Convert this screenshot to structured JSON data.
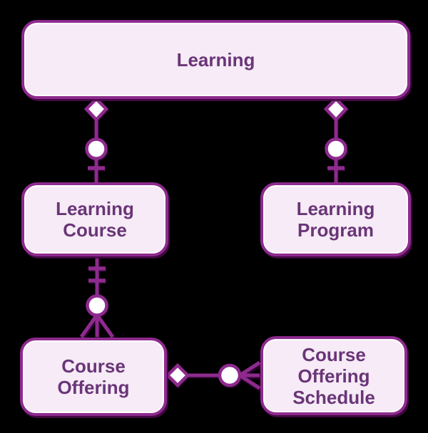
{
  "diagram": {
    "type": "entity-relationship",
    "background": "#000000",
    "colors": {
      "node_fill": "#f6ebf6",
      "node_border": "#8e2a8e",
      "node_inner_highlight": "#ffffff",
      "node_shadow": "#4a094a",
      "text": "#6a3578",
      "connector": "#8e2a8e",
      "symbol_fill": "#ffffff"
    },
    "nodes": [
      {
        "id": "learning",
        "label": "Learning"
      },
      {
        "id": "learning-course",
        "label": "Learning Course"
      },
      {
        "id": "learning-program",
        "label": "Learning Program"
      },
      {
        "id": "course-offering",
        "label": "Course Offering"
      },
      {
        "id": "course-offering-schedule",
        "label": "Course Offering Schedule"
      }
    ],
    "connectors": [
      {
        "from": "Learning",
        "to": "Learning Course",
        "from_end_symbol": "diamond",
        "to_end_symbol": "circle-with-one-bar",
        "meaning": "Learning aggregates zero-or-one Learning Course"
      },
      {
        "from": "Learning",
        "to": "Learning Program",
        "from_end_symbol": "diamond",
        "to_end_symbol": "circle-with-one-bar",
        "meaning": "Learning aggregates zero-or-one Learning Program"
      },
      {
        "from": "Learning Course",
        "to": "Course Offering",
        "from_end_symbol": "double-bar",
        "to_end_symbol": "circle-with-crow-foot",
        "meaning": "Learning Course has zero-or-many Course Offerings"
      },
      {
        "from": "Course Offering",
        "to": "Course Offering Schedule",
        "from_end_symbol": "diamond",
        "to_end_symbol": "circle-with-crow-foot",
        "meaning": "Course Offering aggregates zero-or-many Course Offering Schedules"
      }
    ]
  }
}
